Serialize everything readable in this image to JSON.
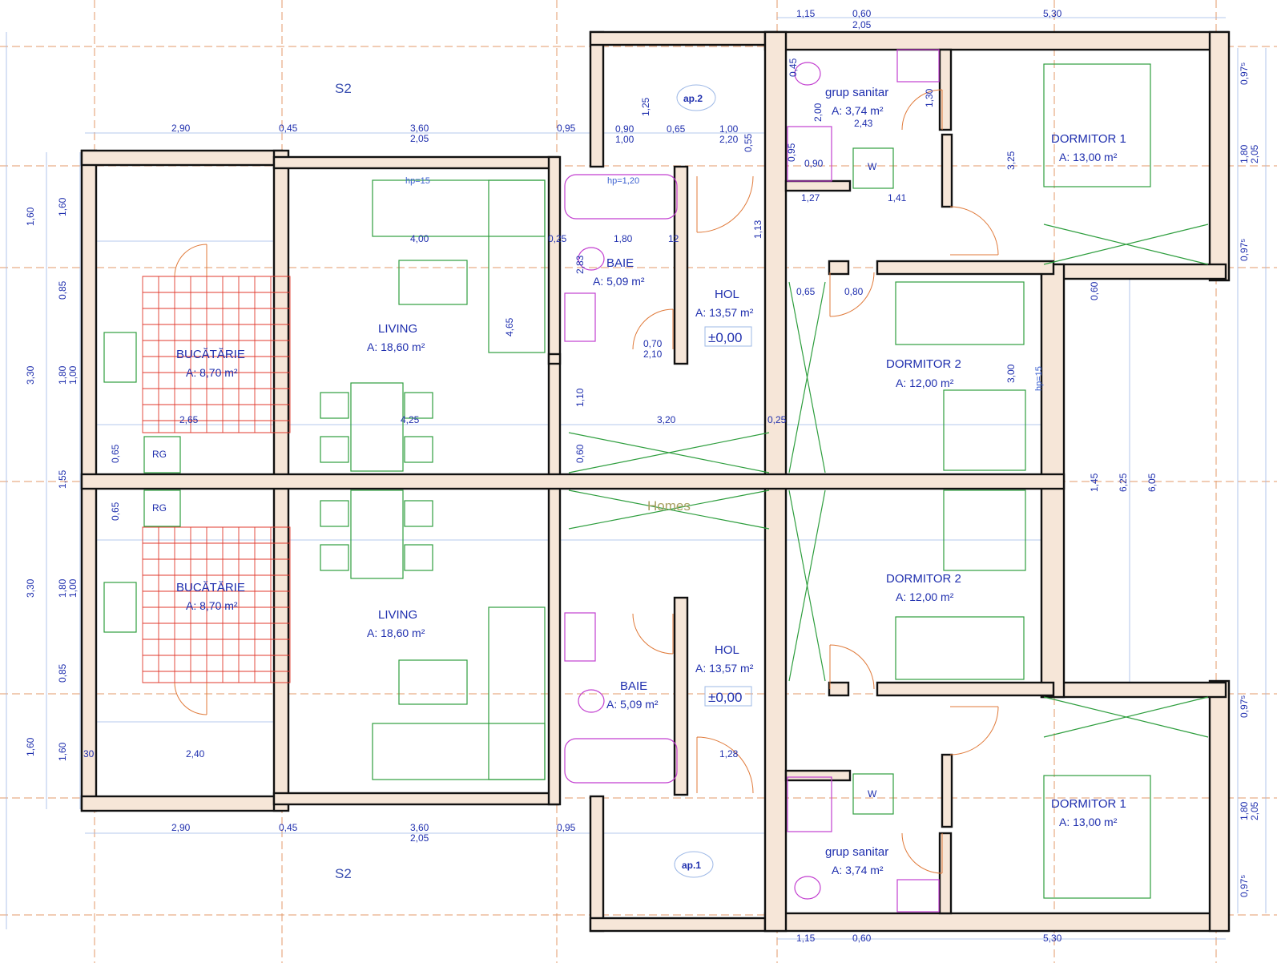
{
  "colors": {
    "wall_fill": "#f6e6d8",
    "wall_outline": "#111111",
    "axis_lines": "#e39a6a",
    "labels": "#1f2fae",
    "furniture": "#2e9e3e",
    "sanitary": "#c23fd0",
    "kitchen_tiles": "#e03a2e"
  },
  "watermark": "Homes",
  "section_marks": [
    "S2",
    "S2"
  ],
  "apartments": [
    "ap.2",
    "ap.1"
  ],
  "level_marks": [
    "±0,00",
    "±0,00"
  ],
  "rooms": [
    {
      "id": "living-top",
      "name": "LIVING",
      "area": "A: 18,60 m²"
    },
    {
      "id": "bucatarie-top",
      "name": "BUCĂTĂRIE",
      "area": "A: 8,70 m²"
    },
    {
      "id": "baie-top",
      "name": "BAIE",
      "area": "A: 5,09 m²"
    },
    {
      "id": "hol-top",
      "name": "HOL",
      "area": "A: 13,57 m²"
    },
    {
      "id": "grup-top",
      "name": "grup sanitar",
      "area": "A: 3,74 m²"
    },
    {
      "id": "dormitor1-top",
      "name": "DORMITOR 1",
      "area": "A: 13,00 m²"
    },
    {
      "id": "dormitor2-top",
      "name": "DORMITOR 2",
      "area": "A: 12,00 m²"
    },
    {
      "id": "living-bot",
      "name": "LIVING",
      "area": "A: 18,60 m²"
    },
    {
      "id": "bucatarie-bot",
      "name": "BUCĂTĂRIE",
      "area": "A: 8,70 m²"
    },
    {
      "id": "baie-bot",
      "name": "BAIE",
      "area": "A: 5,09 m²"
    },
    {
      "id": "hol-bot",
      "name": "HOL",
      "area": "A: 13,57 m²"
    },
    {
      "id": "grup-bot",
      "name": "grup sanitar",
      "area": "A: 3,74 m²"
    },
    {
      "id": "dormitor1-bot",
      "name": "DORMITOR 1",
      "area": "A: 13,00 m²"
    },
    {
      "id": "dormitor2-bot",
      "name": "DORMITOR 2",
      "area": "A: 12,00 m²"
    }
  ],
  "dimensions": {
    "top_outer": [
      "2,90",
      "0,45",
      "3,60",
      "2,05",
      "0,95"
    ],
    "top_outer_right": [
      "1,15",
      "0,60",
      "2,05",
      "5,30"
    ],
    "bottom_outer": [
      "2,90",
      "0,45",
      "3,60",
      "2,05",
      "0,95"
    ],
    "bottom_outer_right": [
      "1,15",
      "0,60",
      "5,30"
    ],
    "left_outer": [
      "1,60",
      "3,30",
      "1,55",
      "3,30",
      "1,60"
    ],
    "left_inner": [
      "1,60",
      "0,85",
      "1,80",
      "1,00",
      "0,65",
      "0,65",
      "1,80",
      "1,00",
      "0,85",
      "1,60"
    ],
    "right_outer": [
      "0,97⁵",
      "1,80",
      "2,05",
      "0,97⁵",
      "6,25",
      "6,05",
      "1,45",
      "0,97⁵",
      "1,80",
      "2,05",
      "0,97⁵"
    ],
    "interior": [
      "0,90",
      "1,00",
      "0,65",
      "1,00",
      "2,20",
      "0,55",
      "1,13",
      "1,25",
      "hp=1,20",
      "hp=15",
      "4,00",
      "1,80",
      "12",
      "0,25",
      "2,83",
      "4,65",
      "0,70",
      "2,10",
      "1,10",
      "0,60",
      "3,20",
      "4,25",
      "2,65",
      "0,25",
      "1,27",
      "1,41",
      "0,95",
      "0,90",
      "0,80",
      "2,43",
      "1,30",
      "2,00",
      "0,45",
      "3,25",
      "3,00",
      "0,65",
      "0,60",
      "hp=15",
      "1,28",
      "2,40",
      "30"
    ]
  }
}
